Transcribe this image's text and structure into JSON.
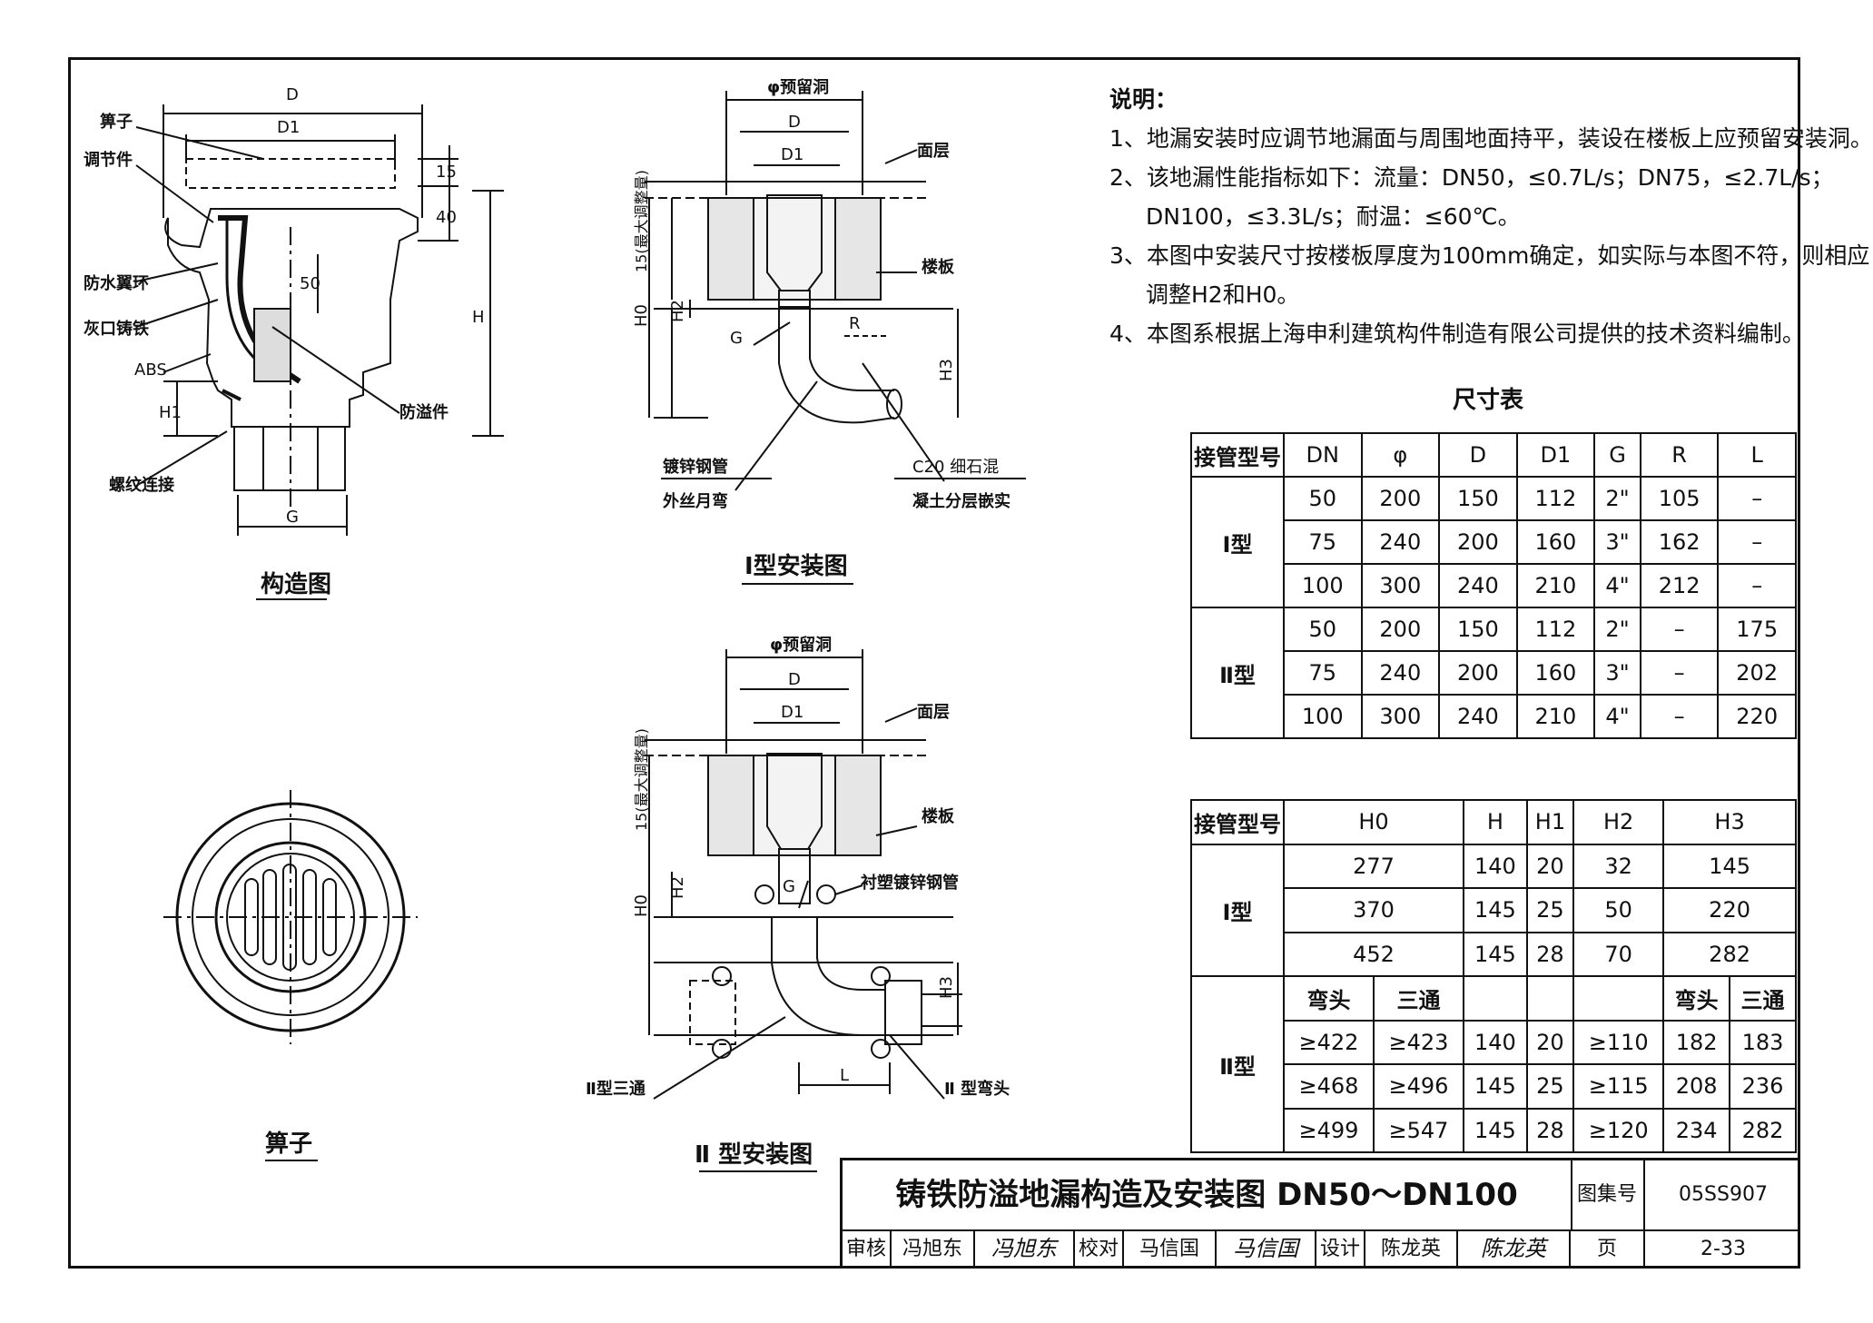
{
  "drawing": {
    "construction": {
      "title": "构造图",
      "labels": [
        "箅子",
        "调节件",
        "防水翼环",
        "灰口铸铁",
        "ABS",
        "螺纹连接",
        "防溢件"
      ],
      "dims": [
        "D",
        "D1",
        "15",
        "40",
        "50",
        "H",
        "H1",
        "G"
      ]
    },
    "install_1": {
      "title": "Ⅰ型安装图",
      "labels": [
        "φ预留洞",
        "D",
        "D1",
        "面层",
        "楼板",
        "15(最大调整量)",
        "H0",
        "H2",
        "G",
        "R",
        "H3",
        "镀锌钢管",
        "外丝月弯",
        "C20 细石混",
        "凝土分层嵌实"
      ]
    },
    "install_2": {
      "title": "Ⅱ 型安装图",
      "labels": [
        "φ预留洞",
        "D",
        "D1",
        "面层",
        "楼板",
        "15(最大调整量)",
        "H0",
        "H2",
        "G",
        "衬塑镀锌钢管",
        "H3",
        "L",
        "Ⅱ型三通",
        "Ⅱ 型弯头"
      ]
    },
    "grate": {
      "title": "箅子"
    }
  },
  "notes": {
    "heading": "说明：",
    "lines": [
      "1、地漏安装时应调节地漏面与周围地面持平，装设在楼板上应预留安装洞。",
      "2、该地漏性能指标如下：流量：DN50，≤0.7L/s；DN75，≤2.7L/s；",
      "DN100，≤3.3L/s；耐温：≤60℃。",
      "3、本图中安装尺寸按楼板厚度为100mm确定，如实际与本图不符，则相应",
      "调整H2和H0。",
      "4、本图系根据上海申利建筑构件制造有限公司提供的技术资料编制。"
    ]
  },
  "table1": {
    "caption": "尺寸表",
    "headers": [
      "接管型号",
      "DN",
      "φ",
      "D",
      "D1",
      "G",
      "R",
      "L"
    ],
    "groups": [
      {
        "type": "Ⅰ型",
        "rows": [
          [
            "50",
            "200",
            "150",
            "112",
            "2\"",
            "105",
            "–"
          ],
          [
            "75",
            "240",
            "200",
            "160",
            "3\"",
            "162",
            "–"
          ],
          [
            "100",
            "300",
            "240",
            "210",
            "4\"",
            "212",
            "–"
          ]
        ]
      },
      {
        "type": "Ⅱ型",
        "rows": [
          [
            "50",
            "200",
            "150",
            "112",
            "2\"",
            "–",
            "175"
          ],
          [
            "75",
            "240",
            "200",
            "160",
            "3\"",
            "–",
            "202"
          ],
          [
            "100",
            "300",
            "240",
            "210",
            "4\"",
            "–",
            "220"
          ]
        ]
      }
    ]
  },
  "table2": {
    "headers": [
      "接管型号",
      "H0",
      "H",
      "H1",
      "H2",
      "H3"
    ],
    "type1": {
      "label": "Ⅰ型",
      "rows": [
        [
          "277",
          "140",
          "20",
          "32",
          "145"
        ],
        [
          "370",
          "145",
          "25",
          "50",
          "220"
        ],
        [
          "452",
          "145",
          "28",
          "70",
          "282"
        ]
      ]
    },
    "type2": {
      "label": "Ⅱ型",
      "sub": [
        "弯头",
        "三通",
        "弯头",
        "三通"
      ],
      "rows": [
        [
          "≥422",
          "≥423",
          "140",
          "20",
          "≥110",
          "182",
          "183"
        ],
        [
          "≥468",
          "≥496",
          "145",
          "25",
          "≥115",
          "208",
          "236"
        ],
        [
          "≥499",
          "≥547",
          "145",
          "28",
          "≥120",
          "234",
          "282"
        ]
      ]
    }
  },
  "titleblock": {
    "title": "铸铁防溢地漏构造及安装图 DN50～DN100",
    "atlas_label": "图集号",
    "atlas_no": "05SS907",
    "review_label": "审核",
    "reviewer": "冯旭东",
    "reviewer_sig": "冯旭东",
    "check_label": "校对",
    "checker": "马信国",
    "checker_sig": "马信国",
    "design_label": "设计",
    "designer": "陈龙英",
    "designer_sig": "陈龙英",
    "page_label": "页",
    "page_no": "2-33"
  }
}
